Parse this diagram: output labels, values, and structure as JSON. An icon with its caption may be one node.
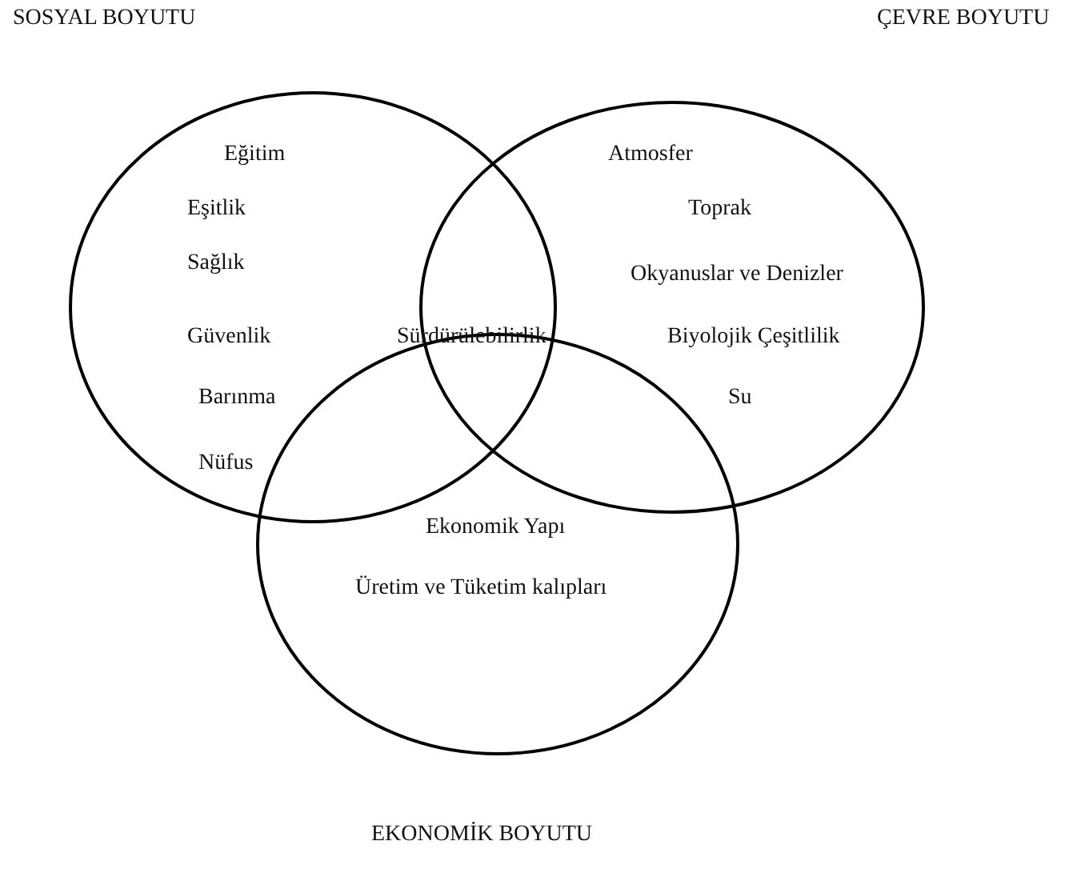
{
  "diagram": {
    "nodes": [
      {
        "text": [
          "SOSYAL BOYUTU",
          "Eğitim",
          "Eşitlik",
          "Sağlık",
          "Güvenlik",
          "Barınma",
          "Nüfus"
        ]
      },
      {
        "text": [
          "ÇEVRE BOYUTU",
          "Atmosfer",
          "Toprak",
          "Okyanuslar ve Denizler",
          "Biyolojik Çeşitlilik",
          "Su"
        ]
      },
      {
        "text": [
          "Ekonomik Yapı",
          "Üretim ve Tüketim kalıpları",
          "EKONOMİK BOYUTU"
        ]
      }
    ],
    "labels": [
      "Sürdürülebilirlik"
    ]
  }
}
